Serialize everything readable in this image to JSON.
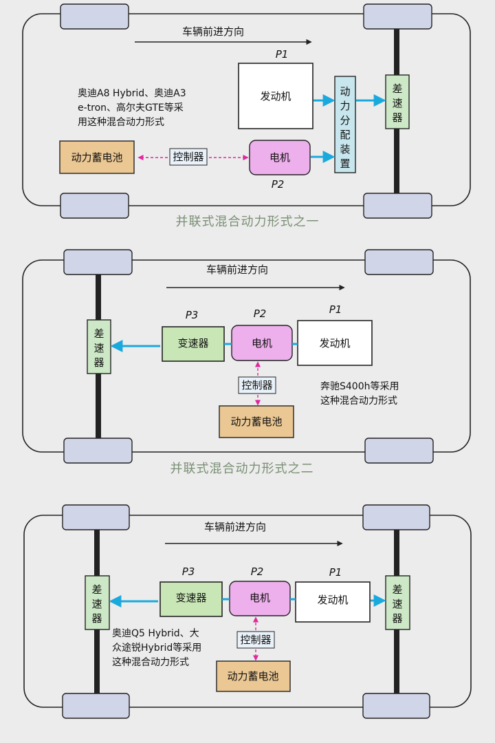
{
  "diagram1": {
    "direction": "车辆前进方向",
    "p1": "P1",
    "p2": "P2",
    "engine": "发动机",
    "power_split": [
      "动",
      "力",
      "分",
      "配",
      "装",
      "置"
    ],
    "differential": [
      "差",
      "速",
      "器"
    ],
    "motor": "电机",
    "controller": "控制器",
    "battery": "动力蓄电池",
    "note": [
      "奥迪A8 Hybrid、奥迪A3",
      "e-tron、高尔夫GTE等采",
      "用这种混合动力形式"
    ],
    "caption": "并联式混合动力形式之一"
  },
  "diagram2": {
    "direction": "车辆前进方向",
    "p1": "P1",
    "p2": "P2",
    "p3": "P3",
    "differential": [
      "差",
      "速",
      "器"
    ],
    "transmission": "变速器",
    "motor": "电机",
    "engine": "发动机",
    "controller": "控制器",
    "battery": "动力蓄电池",
    "note": [
      "奔驰S400h等采用",
      "这种混合动力形式"
    ],
    "caption": "并联式混合动力形式之二"
  },
  "diagram3": {
    "direction": "车辆前进方向",
    "p1": "P1",
    "p2": "P2",
    "p3": "P3",
    "differential_left": [
      "差",
      "速",
      "器"
    ],
    "differential_right": [
      "差",
      "速",
      "器"
    ],
    "transmission": "变速器",
    "motor": "电机",
    "engine": "发动机",
    "controller": "控制器",
    "battery": "动力蓄电池",
    "note": [
      "奥迪Q5 Hybrid、大",
      "众途锐Hybrid等采用",
      "这种混合动力形式"
    ]
  },
  "colors": {
    "wheel": "#d1d5e8",
    "diff": "#cde8c6",
    "transmission": "#c8e6b6",
    "motor": "#eeb0ec",
    "battery": "#eac793",
    "controller": "#e9f2fa",
    "power_split": "#c7e6ed",
    "arrow_blue": "#1aa9dd",
    "arrow_pink": "#e0279f"
  }
}
